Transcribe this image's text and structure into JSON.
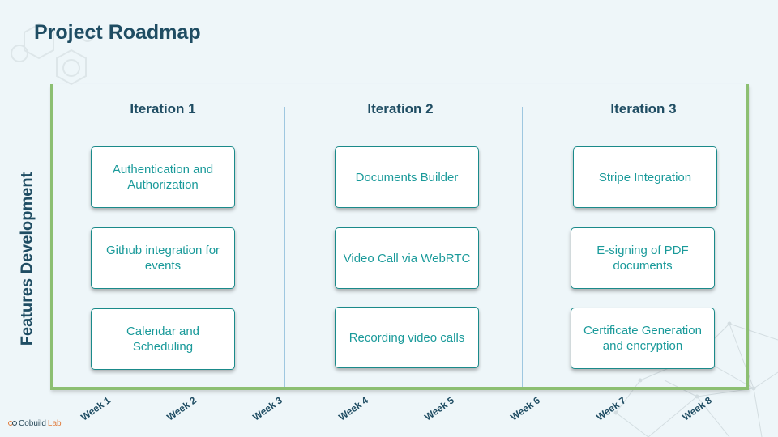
{
  "slide": {
    "title": "Project Roadmap",
    "y_axis_label": "Features Development"
  },
  "iterations": [
    {
      "label": "Iteration 1",
      "features": [
        "Authentication and Authorization",
        "Github integration for events",
        "Calendar and Scheduling"
      ]
    },
    {
      "label": "Iteration 2",
      "features": [
        "Documents Builder",
        "Video Call via WebRTC",
        "Recording video calls"
      ]
    },
    {
      "label": "Iteration 3",
      "features": [
        "Stripe Integration",
        "E-signing of PDF documents",
        "Certificate Generation and encryption"
      ]
    }
  ],
  "weeks": [
    "Week 1",
    "Week 2",
    "Week 3",
    "Week 4",
    "Week 5",
    "Week 6",
    "Week 7",
    "Week 8"
  ],
  "logo": {
    "name": "Cobuild",
    "suffix": "Lab"
  },
  "colors": {
    "title": "#1f4d63",
    "card_text": "#1a9a9a",
    "card_border": "#1a8a8a",
    "frame": "#8cbf72",
    "divider": "#9ec7e0",
    "background": "#eef6f9"
  }
}
